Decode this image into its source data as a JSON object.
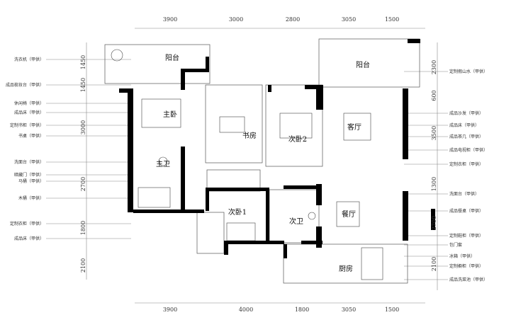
{
  "rooms": [
    {
      "id": "balcony-1",
      "label": "阳台"
    },
    {
      "id": "balcony-2",
      "label": "阳台"
    },
    {
      "id": "master-bedroom",
      "label": "主卧"
    },
    {
      "id": "study",
      "label": "书房"
    },
    {
      "id": "second-bedroom-2",
      "label": "次卧2"
    },
    {
      "id": "living-room",
      "label": "客厅"
    },
    {
      "id": "master-bathroom",
      "label": "主卫"
    },
    {
      "id": "second-bedroom-1",
      "label": "次卧1"
    },
    {
      "id": "second-bathroom",
      "label": "次卫"
    },
    {
      "id": "dining-room",
      "label": "餐厅"
    },
    {
      "id": "kitchen",
      "label": "厨房"
    }
  ],
  "left_annotations": [
    "洗衣机（甲供）",
    "成品梳妆台（甲供）",
    "休闲椅（甲供）",
    "成品床（甲供）",
    "定制书柜（甲供）",
    "书桌（甲供）",
    "洗面台（甲供）",
    "暗藏门（甲供）",
    "马桶（甲供）",
    "木桶（甲供）",
    "定制衣柜（甲供）",
    "成品床（甲供）"
  ],
  "right_annotations": [
    "定制假山水（甲供）",
    "成品沙发（甲供）",
    "成品床（甲供）",
    "成品茶几（甲供）",
    "成品电视柜（甲供）",
    "定制衣柜（甲供）",
    "洗面台（甲供）",
    "成品餐桌（甲供）",
    "定制鞋柜（甲供）",
    "包门套",
    "冰箱（甲供）",
    "定制橱柜（甲供）",
    "成品洗菜池（甲供）"
  ],
  "dimensions": {
    "top": [
      "3900",
      "3000",
      "2800",
      "3050",
      "1500"
    ],
    "bottom": [
      "3900",
      "4000",
      "1800",
      "3050",
      "1500"
    ],
    "left": [
      "1450",
      "1450",
      "3000",
      "2700",
      "1800",
      "2100"
    ],
    "right": [
      "2300",
      "600",
      "3500",
      "1300",
      "2700",
      "2100"
    ]
  }
}
